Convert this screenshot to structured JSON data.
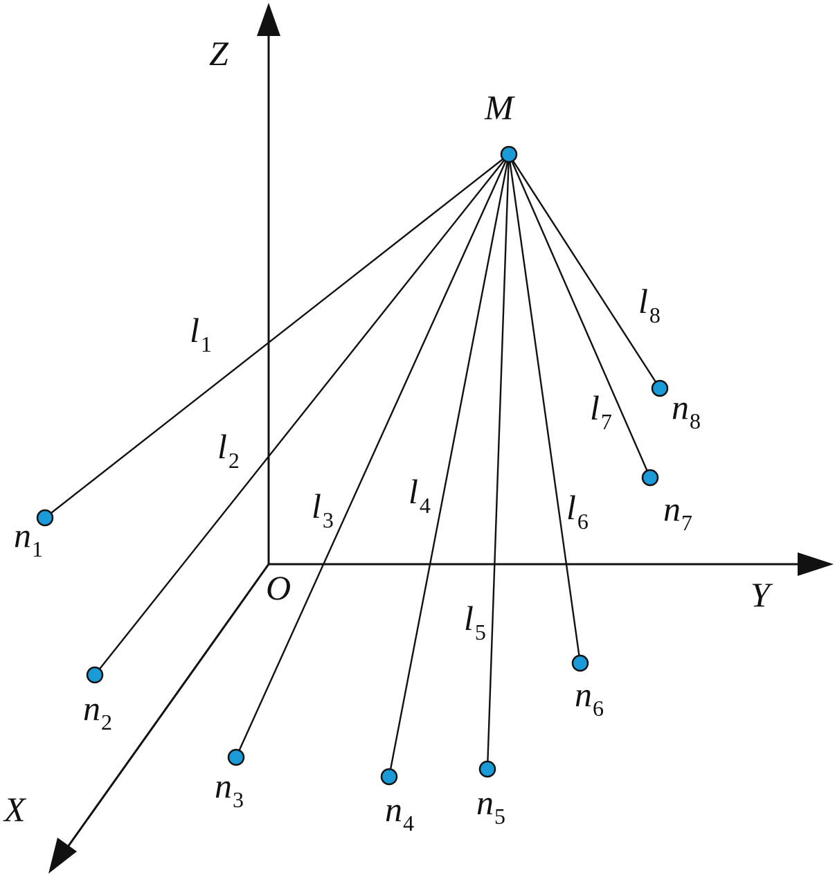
{
  "axes": {
    "z": "Z",
    "y": "Y",
    "x": "X",
    "origin": "O"
  },
  "mass_point": {
    "label": "M"
  },
  "colors": {
    "node_fill": "#1a9bd7",
    "line": "#111111"
  },
  "nodes": [
    {
      "main": "n",
      "sub": "1"
    },
    {
      "main": "n",
      "sub": "2"
    },
    {
      "main": "n",
      "sub": "3"
    },
    {
      "main": "n",
      "sub": "4"
    },
    {
      "main": "n",
      "sub": "5"
    },
    {
      "main": "n",
      "sub": "6"
    },
    {
      "main": "n",
      "sub": "7"
    },
    {
      "main": "n",
      "sub": "8"
    }
  ],
  "cables": [
    {
      "main": "l",
      "sub": "1"
    },
    {
      "main": "l",
      "sub": "2"
    },
    {
      "main": "l",
      "sub": "3"
    },
    {
      "main": "l",
      "sub": "4"
    },
    {
      "main": "l",
      "sub": "5"
    },
    {
      "main": "l",
      "sub": "6"
    },
    {
      "main": "l",
      "sub": "7"
    },
    {
      "main": "l",
      "sub": "8"
    }
  ]
}
